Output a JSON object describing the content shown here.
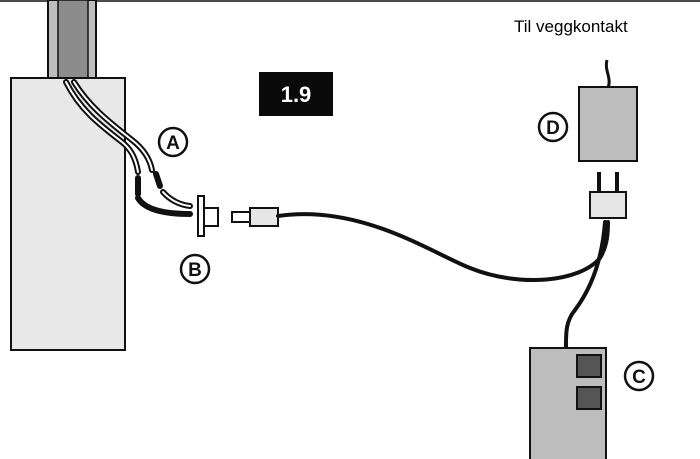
{
  "figure": {
    "step_number": "1.9",
    "wall_outlet_caption": "Til veggkontakt",
    "callouts": {
      "a": "A",
      "b": "B",
      "c": "C",
      "d": "D"
    }
  },
  "colors": {
    "outline": "#111111",
    "panel_fill": "#e8e8e8",
    "device_fill": "#bdbdbd",
    "button_fill": "#555555",
    "plug_fill": "#e6e6e6",
    "step_badge_fill": "#0a0a0a"
  }
}
